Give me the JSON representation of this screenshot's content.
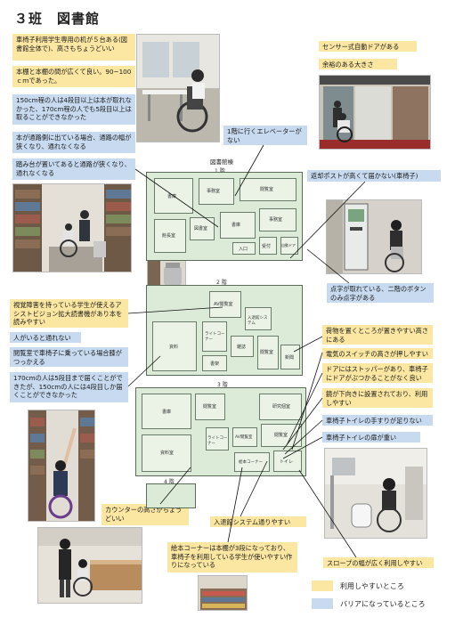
{
  "header": {
    "title": "３班　図書館"
  },
  "notes": {
    "desk_height": "車椅子利用学生専用の机が５台ある(図書館全体で)、高さもちょうどいい",
    "shelf_gap": "本棚と本棚の間が広くて良い。90~100ｃｍであった。",
    "shelf_reach_150": "150cm程の人は4段目以上は本が取れなかった、170cm程の人でも5段目以上は取ることができなかった",
    "books_in_aisle": "本が通路側に出ている場合、通路の幅が狭くなり、通れなくなる",
    "step_stool": "踏み台が置いてあると通路が狭くなり、通れなくなる",
    "elevator": "1階に行くエレベーターがない",
    "auto_door": "センサー式自動ドアがある",
    "entrance_space": "余裕のある大きさ",
    "return_box": "返却ポストが高くて届かない(車椅子)",
    "braille": "点字が取れている、二階のボタンのみ点字がある",
    "assistive_reader": "視覚障害を持っている学生が使えるアシストビジョン拡大読書機があり本を読みやすい",
    "crowded": "人がいると通れない",
    "reading_room": "閲覧室で車椅子に乗っている場合膝がつっかえる",
    "shelf_reach_170": "170cmの人は5段目まで届くことができたが、150cmの人には4段目しか届くことができなかった",
    "luggage_shelf": "荷物を置くところが置きやすい高さにある",
    "light_switch": "電気のスイッチの高さが押しやすい",
    "door_stopper": "ドアにはストッパーがあり、車椅子にドアがぶつかることがなく良い",
    "mirror": "鏡が下向きに設置されており、利用しやすい",
    "handrail": "車椅子トイレの手すりが足りない",
    "toilet_door": "車椅子トイレの扉が重い",
    "counter": "カウンターの高さがちょうどいい",
    "gate_system": "入退館システム通りやすい",
    "picture_books": "絵本コーナーは本棚が3段になっており、車椅子を利用している学生が使いやすい作りになっている",
    "slope": "スロープの幅が広く利用しやすい"
  },
  "map": {
    "heading": "図書館棟",
    "floor1": "1 階",
    "floor2": "2 階",
    "floor3": "3 階",
    "floor4": "4 階",
    "rooms1": [
      "書庫",
      "事務室",
      "閲覧室",
      "館長室",
      "図書室",
      "書庫",
      "事務室",
      "入口",
      "受付",
      "自動ドア"
    ],
    "rooms2": [
      "AV閲覧室",
      "資料",
      "ライトコーナー",
      "入退館システム",
      "雑誌",
      "閲覧室",
      "新聞",
      "書架"
    ],
    "rooms3": [
      "書庫",
      "閲覧室",
      "研究個室",
      "資料室",
      "ライトコーナー",
      "AV閲覧室",
      "閲覧室",
      "絵本コーナー",
      "トイレ"
    ]
  },
  "legend": {
    "usable": "利用しやすいところ",
    "barrier": "バリアになっているところ",
    "usable_color": "#fce7a2",
    "barrier_color": "#c7daf0"
  }
}
